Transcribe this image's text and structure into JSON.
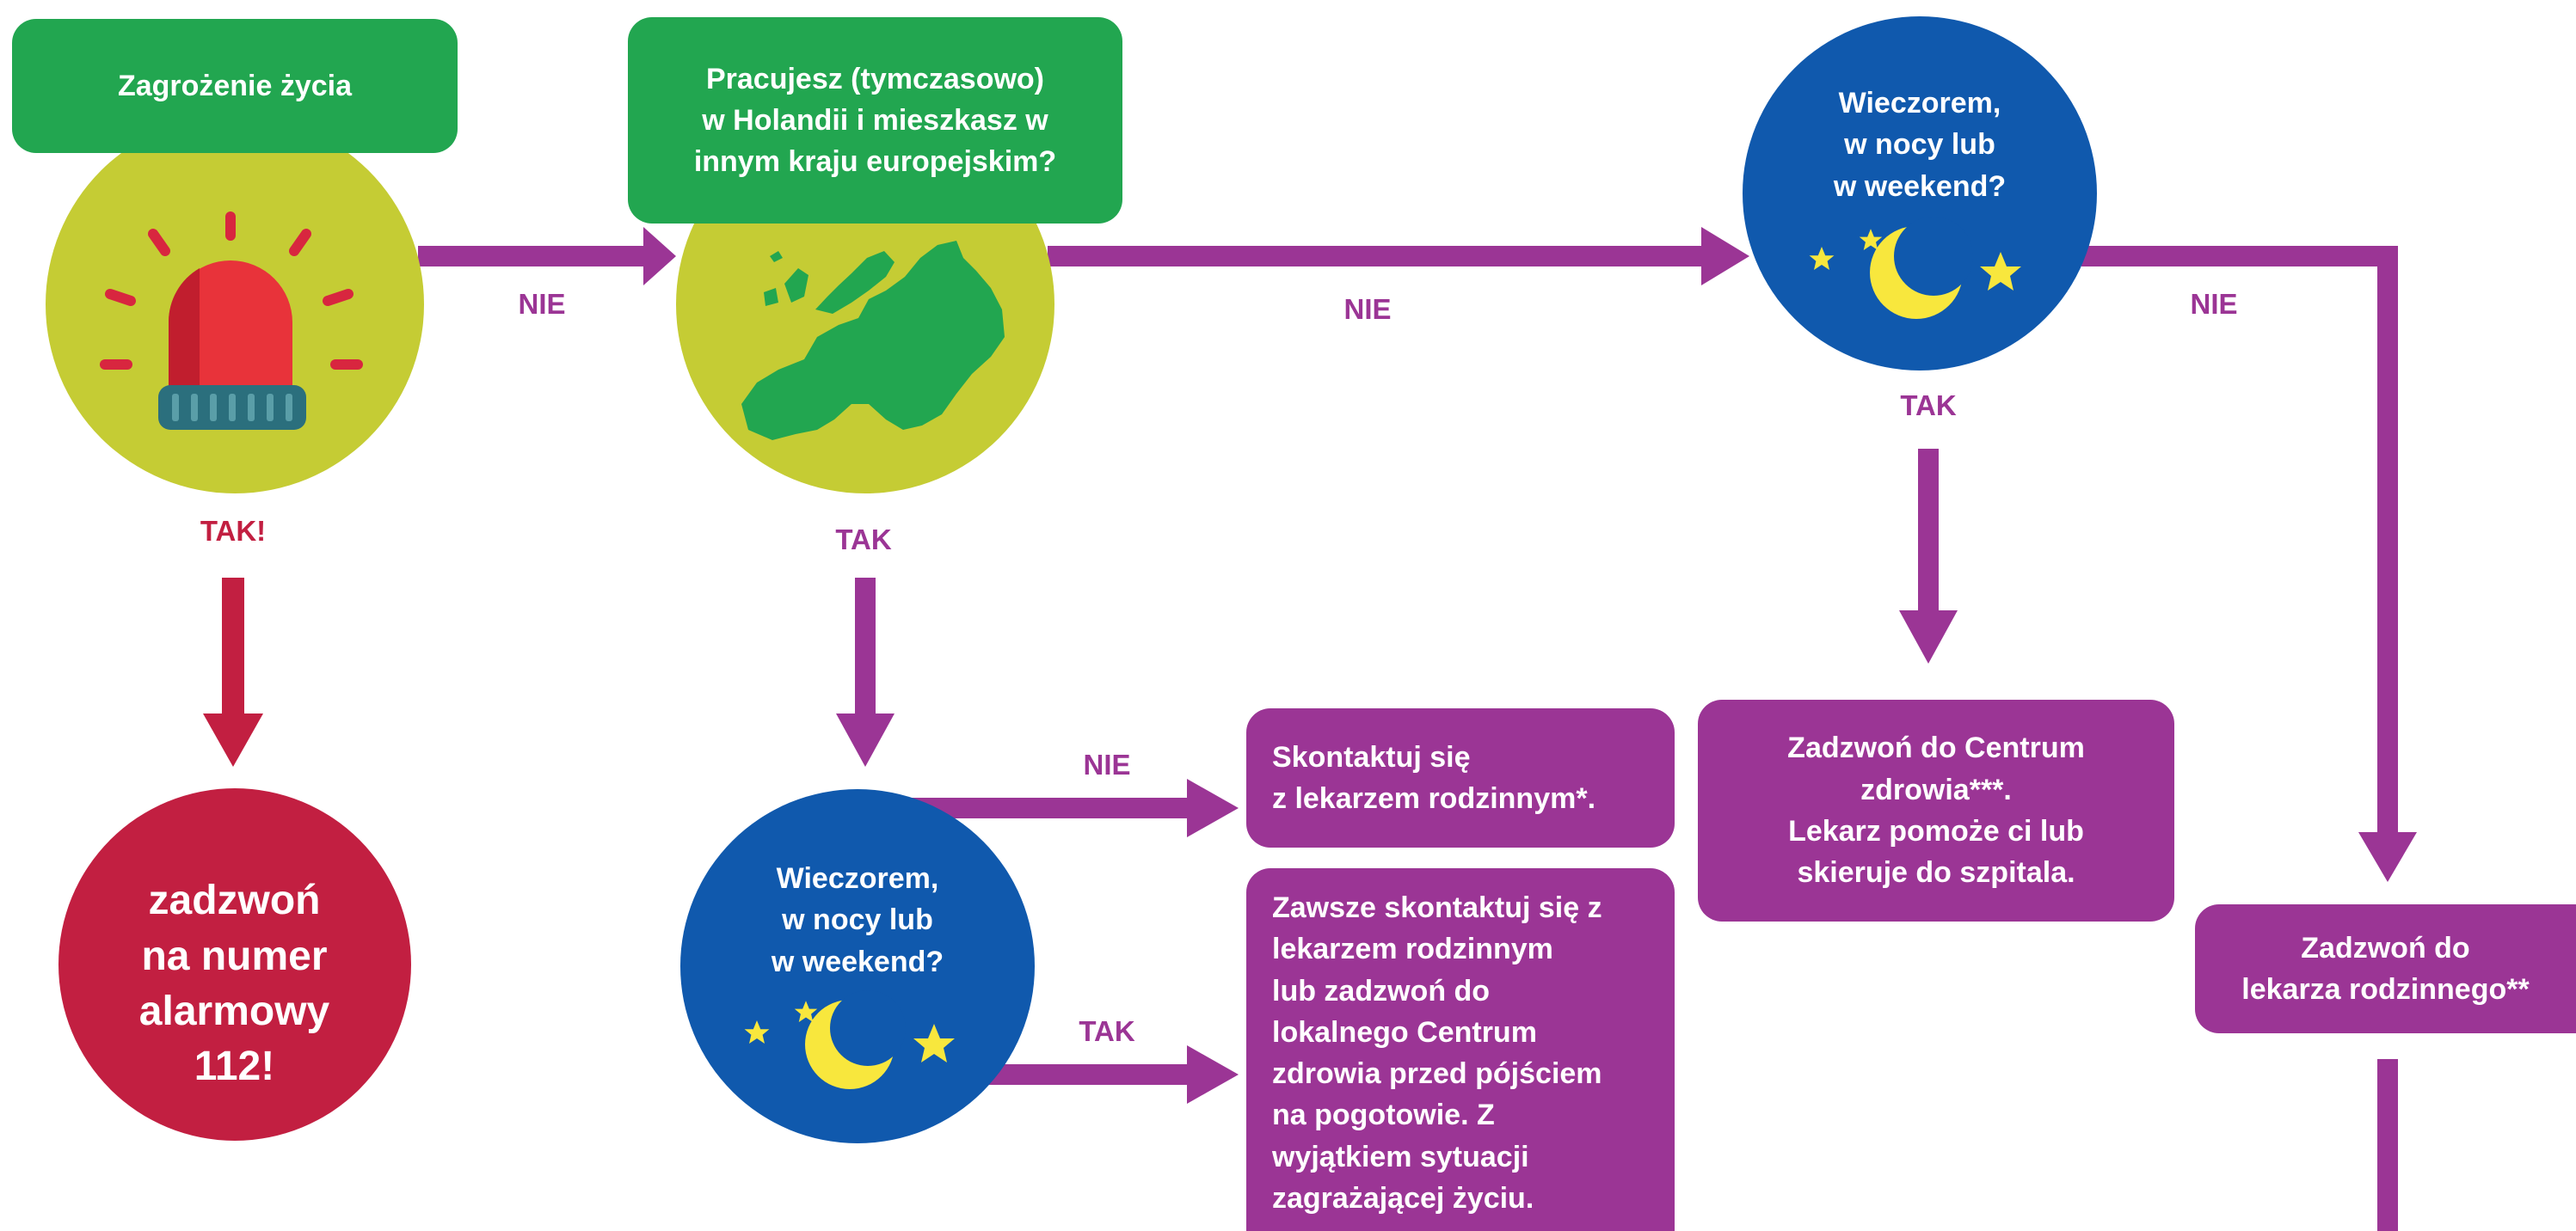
{
  "colors": {
    "green": "#22a650",
    "purple": "#9b3595",
    "crimson": "#c21f41",
    "lime": "#c5cc34",
    "night_blue": "#1059ad",
    "star_yellow": "#f8e73d"
  },
  "icons": [
    "siren-icon",
    "europe-map-icon",
    "moon-icon",
    "star-icon"
  ],
  "nodes": {
    "life_threat": "Zagrożenie życia",
    "work_nl": "Pracujesz (tymczasowo)\nw Holandii i mieszkasz w\ninnym kraju europejskim?",
    "evening_top": "Wieczorem,\nw nocy lub\nw weekend?",
    "evening_bottom": "Wieczorem,\nw nocy lub\nw weekend?",
    "alarm": "zadzwoń\nna numer\nalarmowy\n112!",
    "contact_gp": "Skontaktuj się\nz lekarzem rodzinnym*.",
    "always_contact": "Zawsze skontaktuj się z\nlekarzem rodzinnym\nlub zadzwoń do\nlokalnego Centrum\nzdrowia przed pójściem\nna pogotowie. Z\nwyjątkiem sytuacji\nzagrażającej życiu.",
    "call_center": "Zadzwoń do Centrum\nzdrowia***.\nLekarz pomoże ci lub\nskieruje do szpitala.",
    "call_gp": "Zadzwoń do\nlekarza rodzinnego**"
  },
  "labels": {
    "tak_alarm": "TAK!",
    "nie_1": "NIE",
    "tak_1": "TAK",
    "nie_2": "NIE",
    "nie_3": "NIE",
    "tak_2": "TAK",
    "nie_4": "NIE",
    "tak_3": "TAK"
  }
}
